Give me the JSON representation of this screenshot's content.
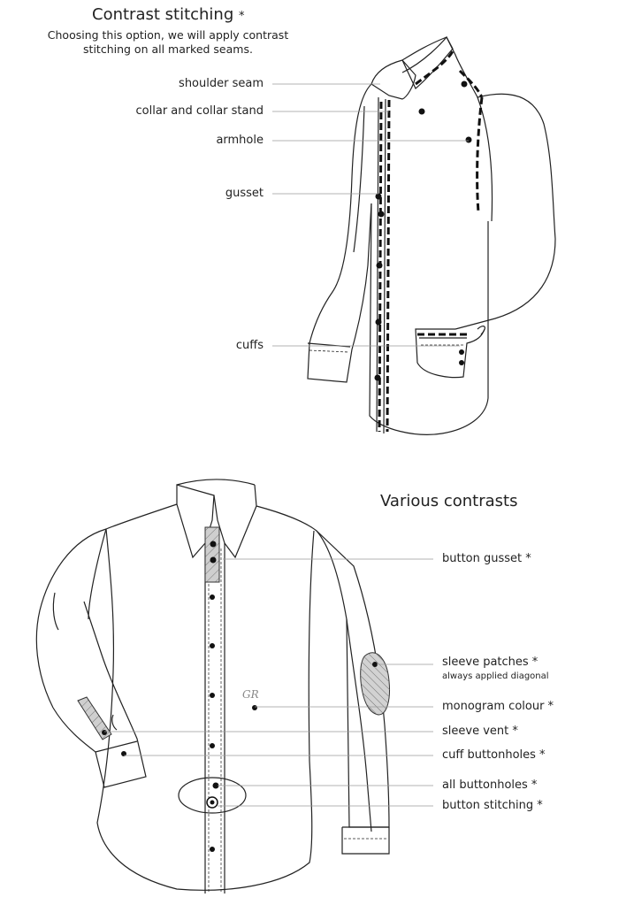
{
  "section1": {
    "title": "Contrast stitching",
    "title_star": "*",
    "desc_line1": "Choosing this option, we will apply contrast",
    "desc_line2": "stitching on all marked seams.",
    "labels": {
      "shoulder_seam": "shoulder seam",
      "collar": "collar and collar stand",
      "armhole": "armhole",
      "gusset": "gusset",
      "cuffs": "cuffs"
    }
  },
  "section2": {
    "title": "Various contrasts",
    "labels": {
      "button_gusset": "button gusset *",
      "sleeve_patches": "sleeve patches *",
      "sleeve_patches_note": "always applied diagonal",
      "monogram_colour": "monogram colour *",
      "monogram_text": "GR",
      "sleeve_vent": "sleeve vent *",
      "cuff_buttonholes": "cuff buttonholes *",
      "all_buttonholes": "all buttonholes *",
      "button_stitching": "button stitching *"
    }
  },
  "colors": {
    "line": "#222222",
    "leader": "#9a9a9a",
    "accent_fill": "#c8c8c8"
  }
}
